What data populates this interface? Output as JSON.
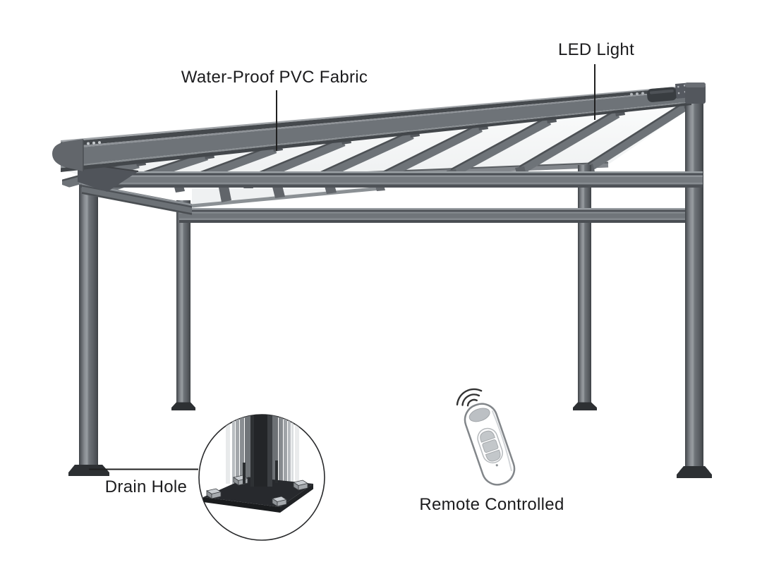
{
  "diagram": {
    "background": "#ffffff",
    "labels": {
      "fabric": "Water-Proof PVC Fabric",
      "led": "LED Light",
      "drain": "Drain Hole",
      "remote": "Remote Controlled"
    },
    "palette": {
      "frame": "#6e7378",
      "frame_dark": "#4a4e52",
      "frame_light": "#9aa0a4",
      "fabric_panel": "#f6f7f8",
      "text": "#1c1c1e",
      "detail_base": "#26282b"
    }
  }
}
